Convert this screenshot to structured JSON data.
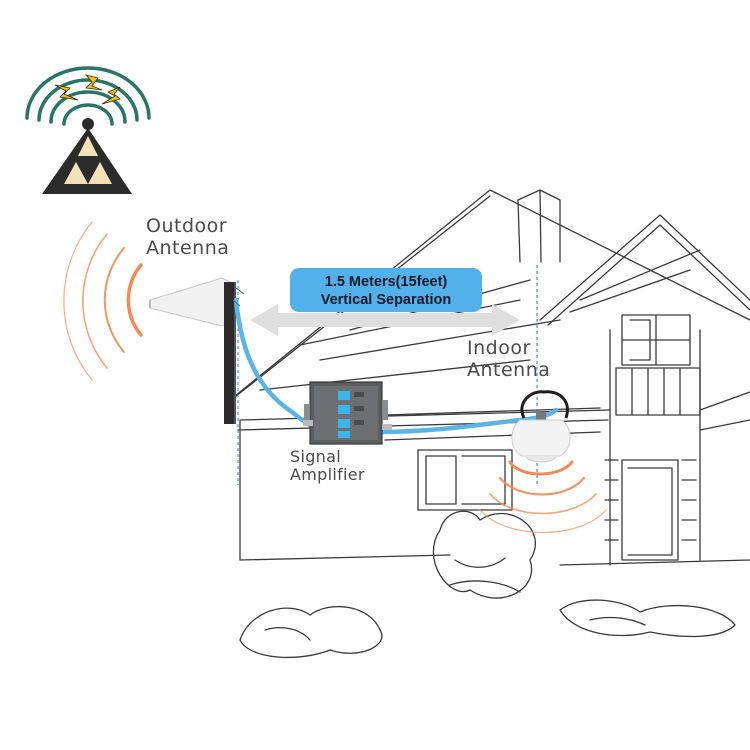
{
  "labels": {
    "outdoor_antenna": [
      "Outdoor",
      "Antenna"
    ],
    "indoor_antenna": [
      "Indoor",
      "Antenna"
    ],
    "signal_amplifier": [
      "Signal",
      "Amplifier"
    ]
  },
  "callout": {
    "line1": "1.5 Meters(15feet)",
    "line2": "Vertical Separation"
  },
  "colors": {
    "cable": "#5ab4e6",
    "callout_fill": "#52b0ea",
    "wave": "#f28a52",
    "tower": "#2b2b2b",
    "tower_waves": "#2a7466",
    "lightning": "#f5c200",
    "house_line": "#3a3a3a",
    "arrow": "#dedede",
    "guide_line": "#2a7fd0"
  },
  "icons": {
    "tower": "cell-tower-icon",
    "lightning": "lightning-bolt-icon",
    "outdoor_antenna": "panel-antenna-icon",
    "indoor_antenna": "ceiling-antenna-icon",
    "amplifier": "signal-booster-icon"
  }
}
